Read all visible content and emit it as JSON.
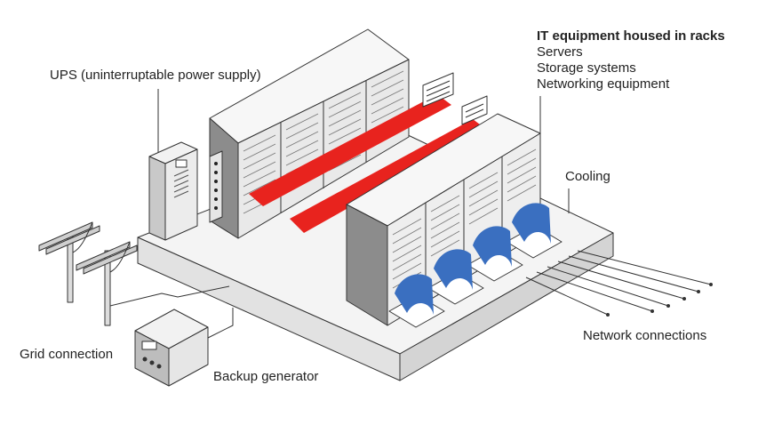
{
  "labels": {
    "ups": "UPS (uninterruptable power supply)",
    "it_title": "IT equipment housed in racks",
    "it_items": [
      "Servers",
      "Storage systems",
      "Networking equipment"
    ],
    "cooling": "Cooling",
    "grid": "Grid connection",
    "generator": "Backup generator",
    "network": "Network connections"
  },
  "colors": {
    "hot_aisle": "#e8231e",
    "cooling": "#3a6fc0",
    "outline": "#333333",
    "rack_face": "#f2f2f2",
    "rack_side": "#8a8a8a",
    "floor_top": "#f4f4f4",
    "floor_side": "#dcdcdc"
  }
}
